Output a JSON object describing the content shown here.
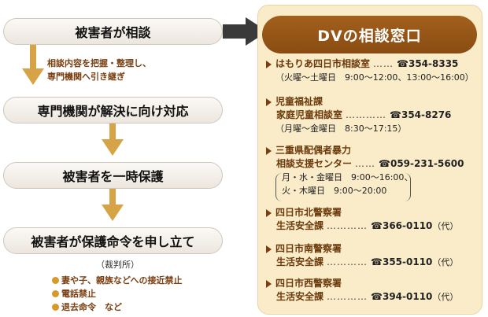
{
  "flow": {
    "step1": "被害者が相談",
    "step1_note_1": "相談内容を把握・整理し、",
    "step1_note_2": "専門機関へ引き継ぎ",
    "step2": "専門機関が解決に向け対応",
    "step3": "被害者を一時保護",
    "step4": "被害者が保護命令を申し立て",
    "court": "（裁判所）",
    "orders": [
      "妻や子、親族などへの接近禁止",
      "電話禁止",
      "退去命令　など"
    ]
  },
  "panel": {
    "title": "DVの相談窓口",
    "phone_symbol": "☎",
    "entries": [
      {
        "name": "はもりあ四日市相談室",
        "dots": "……",
        "phone": "354-8335",
        "hours": "（火曜～土曜日　9:00～12:00、13:00～16:00）"
      },
      {
        "name1": "児童福祉課",
        "name2": "家庭児童相談室",
        "dots": "…………",
        "phone": "354-8276",
        "hours": "（月曜～金曜日　8:30～17:15）"
      },
      {
        "name1": "三重県配偶者暴力",
        "name2": "相談支援センター",
        "dots": "……",
        "phone": "059-231-5600",
        "hours1": "月・水・金曜日　9:00～16:00、",
        "hours2": "火・木曜日　9:00～20:00"
      },
      {
        "name1": "四日市北警察署",
        "name2": "生活安全課",
        "dots": "…………",
        "phone": "366-0110",
        "suffix": "（代）"
      },
      {
        "name1": "四日市南警察署",
        "name2": "生活安全課",
        "dots": "…………",
        "phone": "355-0110",
        "suffix": "（代）"
      },
      {
        "name1": "四日市西警察署",
        "name2": "生活安全課",
        "dots": "…………",
        "phone": "394-0110",
        "suffix": "（代）"
      }
    ]
  },
  "colors": {
    "arrow": "#d6a346",
    "panel_bg": "#fbecc9",
    "title_bg": "#8a4c12",
    "big_arrow": "#3a3a3a"
  }
}
